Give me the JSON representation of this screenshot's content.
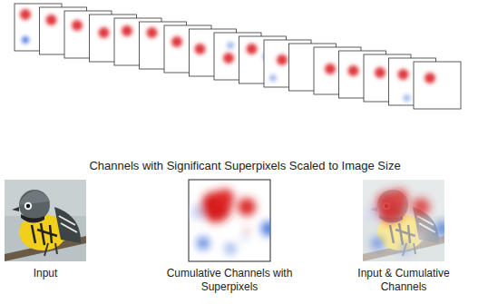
{
  "diagram": {
    "labels": [
      "Channels with Significant Superpixels Scaled to Image Size",
      "Input",
      "Cumulative Channels with Superpixels",
      "Input & Cumulative Channels"
    ]
  }
}
